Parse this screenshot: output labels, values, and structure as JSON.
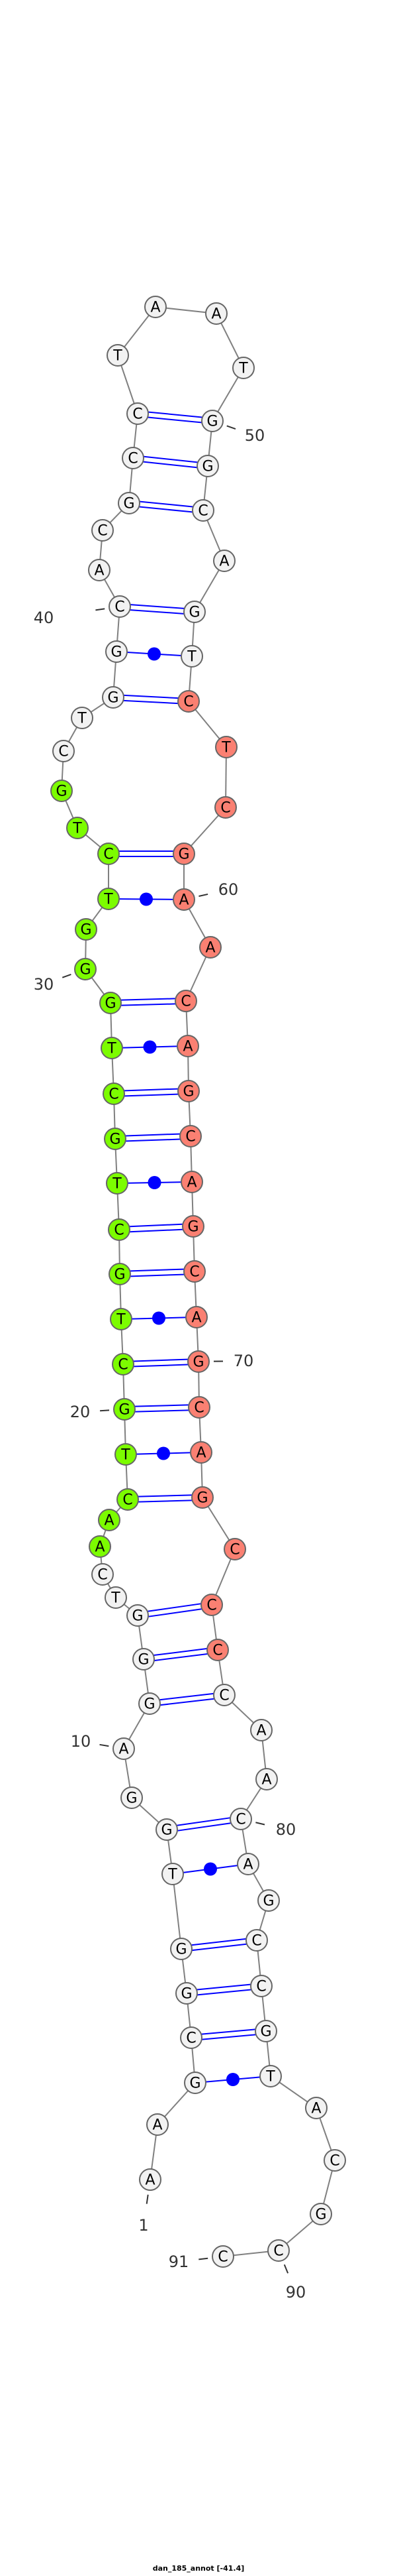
{
  "title": "dan_185_annot [-41.4]",
  "nucleotides": [
    "A",
    "A",
    "G",
    "C",
    "G",
    "G",
    "T",
    "G",
    "G",
    "A",
    "G",
    "G",
    "G",
    "T",
    "C",
    "A",
    "A",
    "C",
    "T",
    "G",
    "C",
    "T",
    "G",
    "C",
    "T",
    "G",
    "C",
    "T",
    "G",
    "G",
    "G",
    "T",
    "C",
    "T",
    "G",
    "C",
    "T",
    "G",
    "G",
    "C",
    "A",
    "C",
    "G",
    "C",
    "C",
    "T",
    "A",
    "A",
    "T",
    "G",
    "G",
    "C",
    "A",
    "G",
    "T",
    "C",
    "T",
    "C",
    "G",
    "A",
    "A",
    "C",
    "A",
    "G",
    "C",
    "A",
    "G",
    "C",
    "A",
    "G",
    "C",
    "A",
    "G",
    "C",
    "C",
    "C",
    "C",
    "A",
    "A",
    "C",
    "A",
    "G",
    "C",
    "C",
    "G",
    "T",
    "A",
    "C",
    "G",
    "C",
    "C"
  ],
  "pairs": [
    [
      3,
      86
    ],
    [
      4,
      85
    ],
    [
      5,
      84
    ],
    [
      6,
      83
    ],
    [
      7,
      81
    ],
    [
      8,
      80
    ],
    [
      11,
      77
    ],
    [
      12,
      76
    ],
    [
      13,
      75
    ],
    [
      18,
      73
    ],
    [
      19,
      72
    ],
    [
      20,
      71
    ],
    [
      21,
      70
    ],
    [
      22,
      69
    ],
    [
      23,
      68
    ],
    [
      24,
      67
    ],
    [
      25,
      66
    ],
    [
      26,
      65
    ],
    [
      27,
      64
    ],
    [
      28,
      63
    ],
    [
      29,
      62
    ],
    [
      32,
      60
    ],
    [
      33,
      59
    ],
    [
      38,
      56
    ],
    [
      39,
      55
    ],
    [
      40,
      54
    ],
    [
      43,
      52
    ],
    [
      44,
      51
    ],
    [
      45,
      50
    ]
  ],
  "colors": {
    "default_fill": "#f2f2f2",
    "green_fill": "#7cfc00",
    "red_fill": "#fa8072",
    "outline": "#666666",
    "backbone": "#808080",
    "pair": "#0000ff",
    "label": "#333333"
  },
  "highlight_groups": [
    {
      "name": "green",
      "from": 16,
      "to": 35
    },
    {
      "name": "red",
      "from": 56,
      "to": 76
    }
  ],
  "position_labels": [
    "1",
    "10",
    "20",
    "30",
    "40",
    "50",
    "60",
    "70",
    "80",
    "90",
    "91"
  ]
}
